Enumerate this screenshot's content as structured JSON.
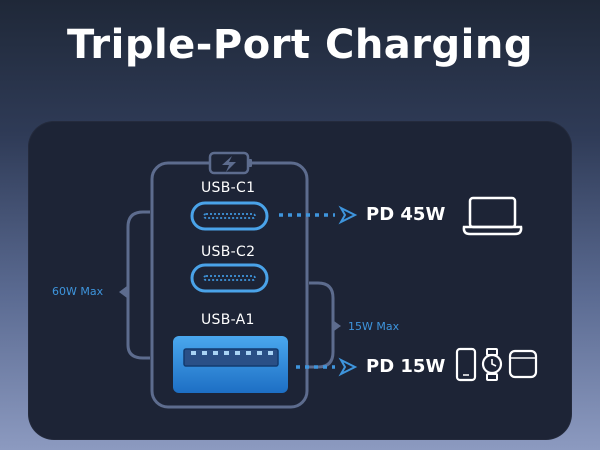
{
  "title": "Triple-Port Charging",
  "ports": [
    {
      "label": "USB-C1",
      "output": "PD 45W",
      "devices": [
        "laptop-icon"
      ]
    },
    {
      "label": "USB-C2"
    },
    {
      "label": "USB-A1",
      "output": "PD 15W",
      "devices": [
        "phone-icon",
        "smartwatch-icon",
        "earbuds-case-icon"
      ]
    }
  ],
  "groups": {
    "total_label": "60W Max",
    "shared_label": "15W Max"
  },
  "icons": {
    "charger": "lightning-battery-icon"
  },
  "colors": {
    "accent": "#3e95dd",
    "outline": "#5d6c8e",
    "panel": "#1d2436"
  }
}
